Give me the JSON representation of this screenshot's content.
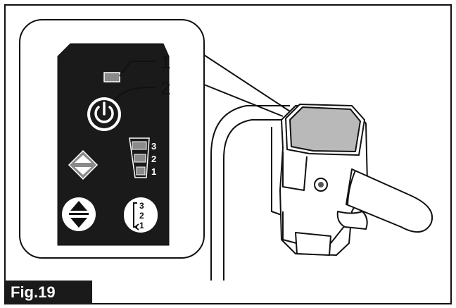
{
  "figure": {
    "label": "Fig.19",
    "callouts": [
      "1",
      "2"
    ],
    "level_labels": [
      "3",
      "2",
      "1"
    ],
    "cycle_button_labels": [
      "3",
      "2",
      "1"
    ],
    "icons": {
      "indicator": "indicator-lamp-icon",
      "power": "power-icon",
      "speed": "speed-level-icon",
      "updown": "up-down-arrow-icon",
      "cycle": "level-cycle-icon"
    }
  }
}
